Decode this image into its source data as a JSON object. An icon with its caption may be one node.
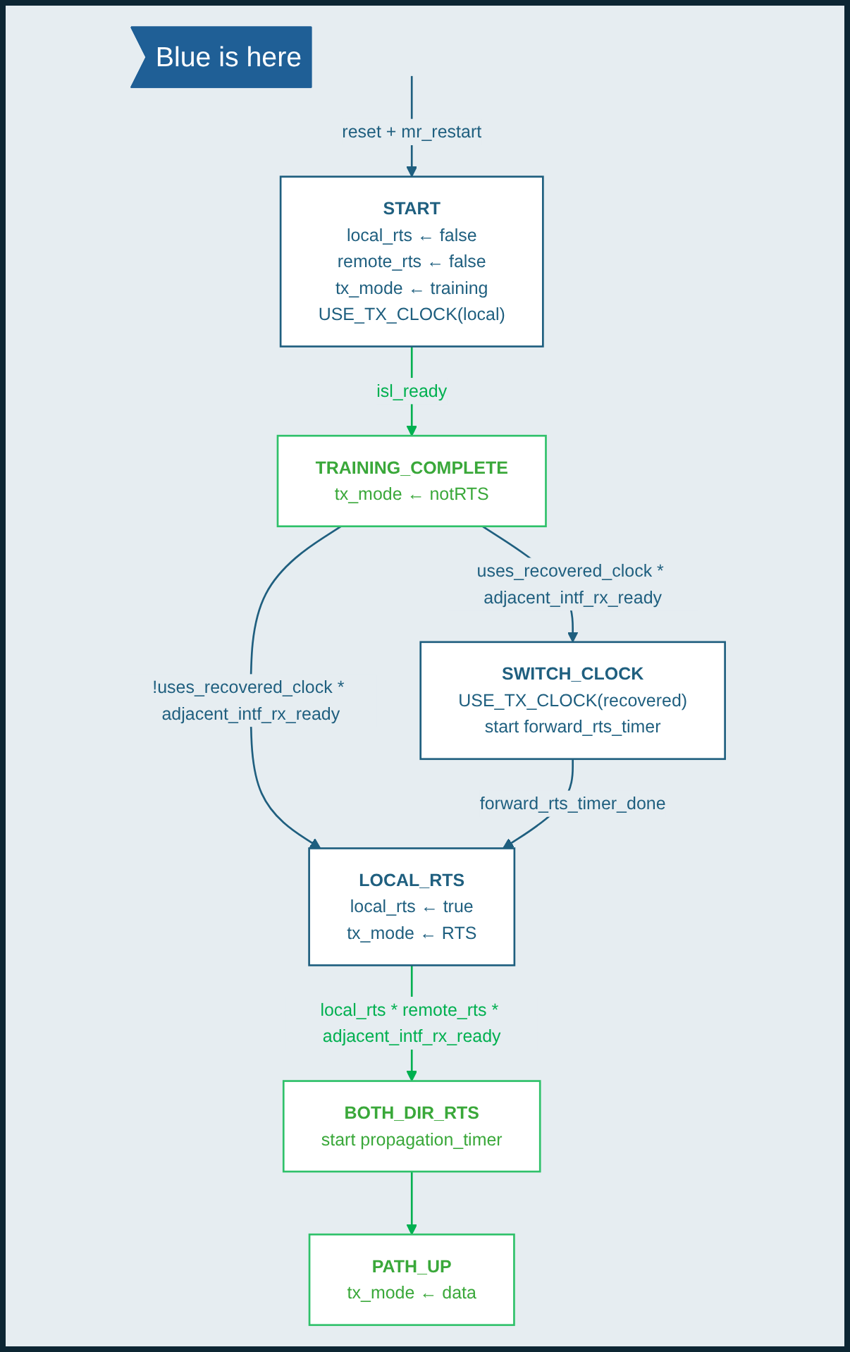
{
  "diagram": {
    "nodes": [
      {
        "text": [
          "START",
          "local_rts ← false",
          "remote_rts ← false",
          "tx_mode ← training",
          "USE_TX_CLOCK(local)"
        ]
      },
      {
        "text": [
          "TRAINING_COMPLETE",
          "tx_mode ← notRTS"
        ]
      },
      {
        "text": [
          "SWITCH_CLOCK",
          "USE_TX_CLOCK(recovered)",
          "start forward_rts_timer"
        ]
      },
      {
        "text": [
          "LOCAL_RTS",
          "local_rts ← true",
          "tx_mode ← RTS"
        ]
      },
      {
        "text": [
          "BOTH_DIR_RTS",
          "start propagation_timer"
        ]
      },
      {
        "text": [
          "PATH_UP",
          "tx_mode ← data"
        ]
      },
      {
        "text": [
          "Blue is here"
        ]
      }
    ],
    "edges": [
      {
        "from": null,
        "to": 0,
        "arrow": "to",
        "label": "reset + mr_restart"
      },
      {
        "from": 0,
        "to": 1,
        "arrow": "to",
        "label": "isl_ready",
        "color": "#00b050"
      },
      {
        "from": 1,
        "to": 2,
        "arrow": "to",
        "label": "uses_recovered_clock * adjacent_intf_rx_ready"
      },
      {
        "from": 1,
        "to": 3,
        "arrow": "to",
        "label": "!uses_recovered_clock * adjacent_intf_rx_ready"
      },
      {
        "from": 2,
        "to": 3,
        "arrow": "to",
        "label": "forward_rts_timer_done"
      },
      {
        "from": 3,
        "to": 4,
        "arrow": "to",
        "label": "local_rts * remote_rts * adjacent_intf_rx_ready",
        "color": "#00b050"
      },
      {
        "from": 4,
        "to": 5,
        "arrow": "to",
        "color": "#00b050"
      }
    ]
  }
}
